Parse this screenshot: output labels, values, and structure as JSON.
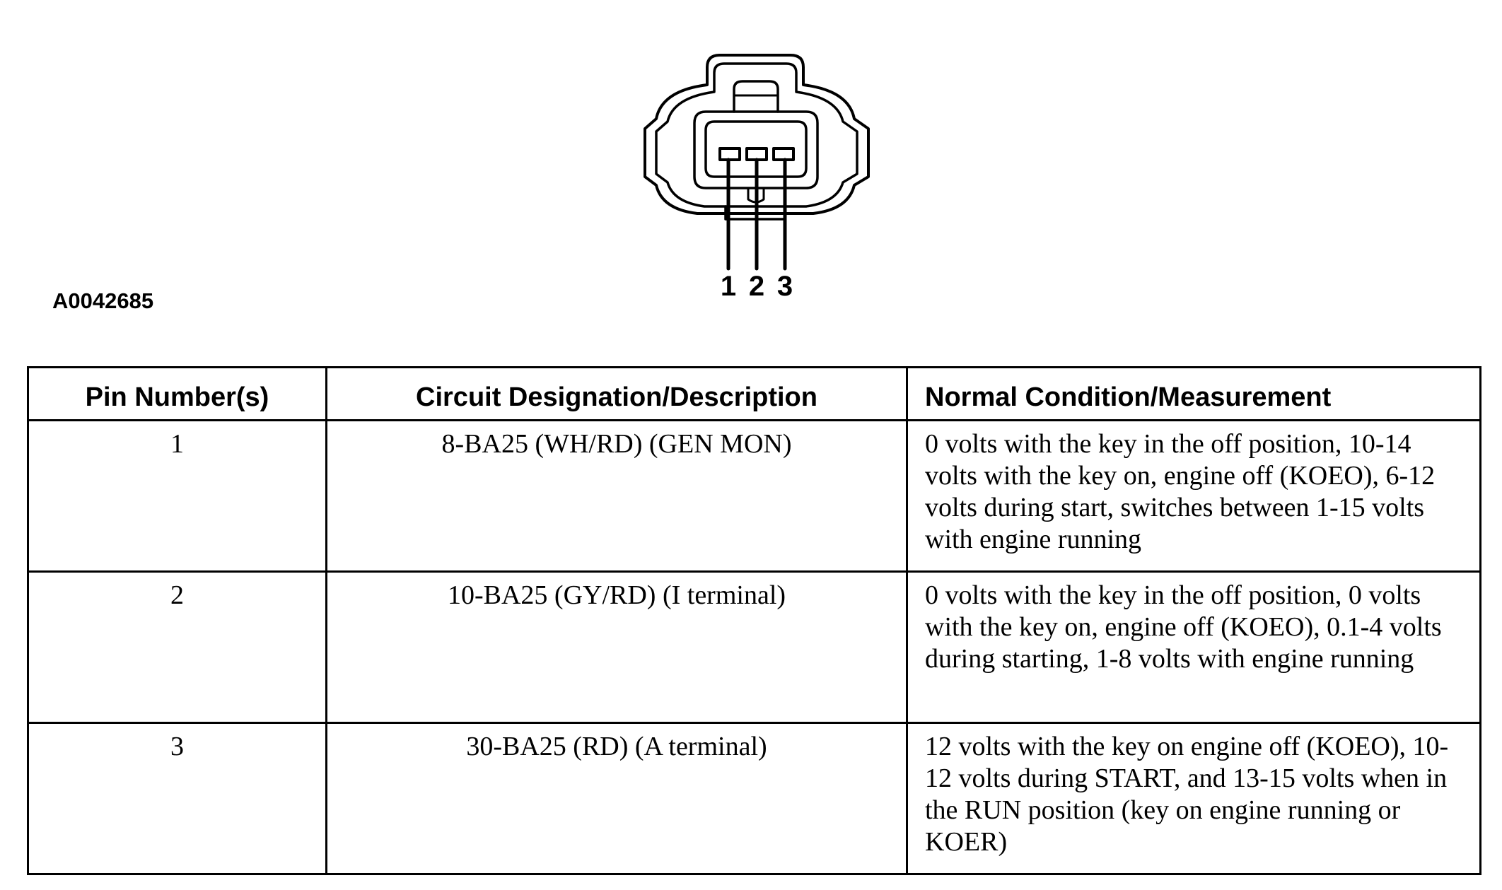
{
  "figure": {
    "id": "A0042685",
    "pin_labels": [
      "1",
      "2",
      "3"
    ]
  },
  "table": {
    "headers": [
      "Pin Number(s)",
      "Circuit Designation/Description",
      "Normal Condition/Measurement"
    ],
    "rows": [
      {
        "pin": "1",
        "circuit": "8-BA25 (WH/RD) (GEN MON)",
        "condition": "0 volts with the key in the off position, 10-14 volts with the key on, engine off (KOEO), 6-12 volts during start, switches between 1-15 volts with engine running"
      },
      {
        "pin": "2",
        "circuit": "10-BA25 (GY/RD) (I terminal)",
        "condition": "0 volts with the key in the off position, 0 volts with the key on, engine off (KOEO), 0.1-4 volts during starting, 1-8 volts with engine running"
      },
      {
        "pin": "3",
        "circuit": "30-BA25 (RD) (A terminal)",
        "condition": "12 volts with the key on engine off (KOEO), 10-12 volts during START, and 13-15 volts when in the RUN position (key on engine running or KOER)"
      }
    ]
  },
  "colors": {
    "line": "#000000",
    "background": "#ffffff"
  }
}
